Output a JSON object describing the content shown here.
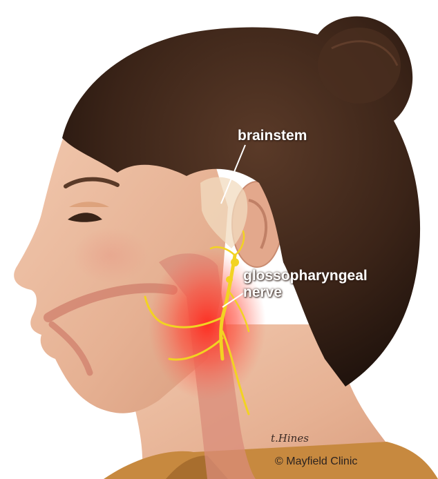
{
  "labels": {
    "brainstem": "brainstem",
    "nerve_line1": "glossopharyngeal",
    "nerve_line2": "nerve"
  },
  "signature": "t.Hines",
  "copyright": "© Mayfield Clinic",
  "colors": {
    "hair": "#3b2418",
    "skin": "#e9b89c",
    "nerve": "#f2d322",
    "inflammation": "#ff3b2e",
    "shirt": "#c7893f",
    "label_text": "#ffffff"
  }
}
